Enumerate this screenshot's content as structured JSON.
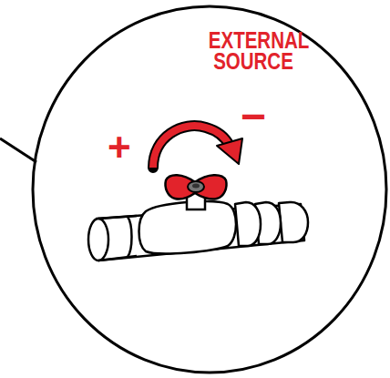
{
  "diagram": {
    "nodes": [
      {
        "text": [
          "EXTERNAL SOURCE"
        ]
      }
    ],
    "labels": [
      "+",
      "−"
    ]
  }
}
